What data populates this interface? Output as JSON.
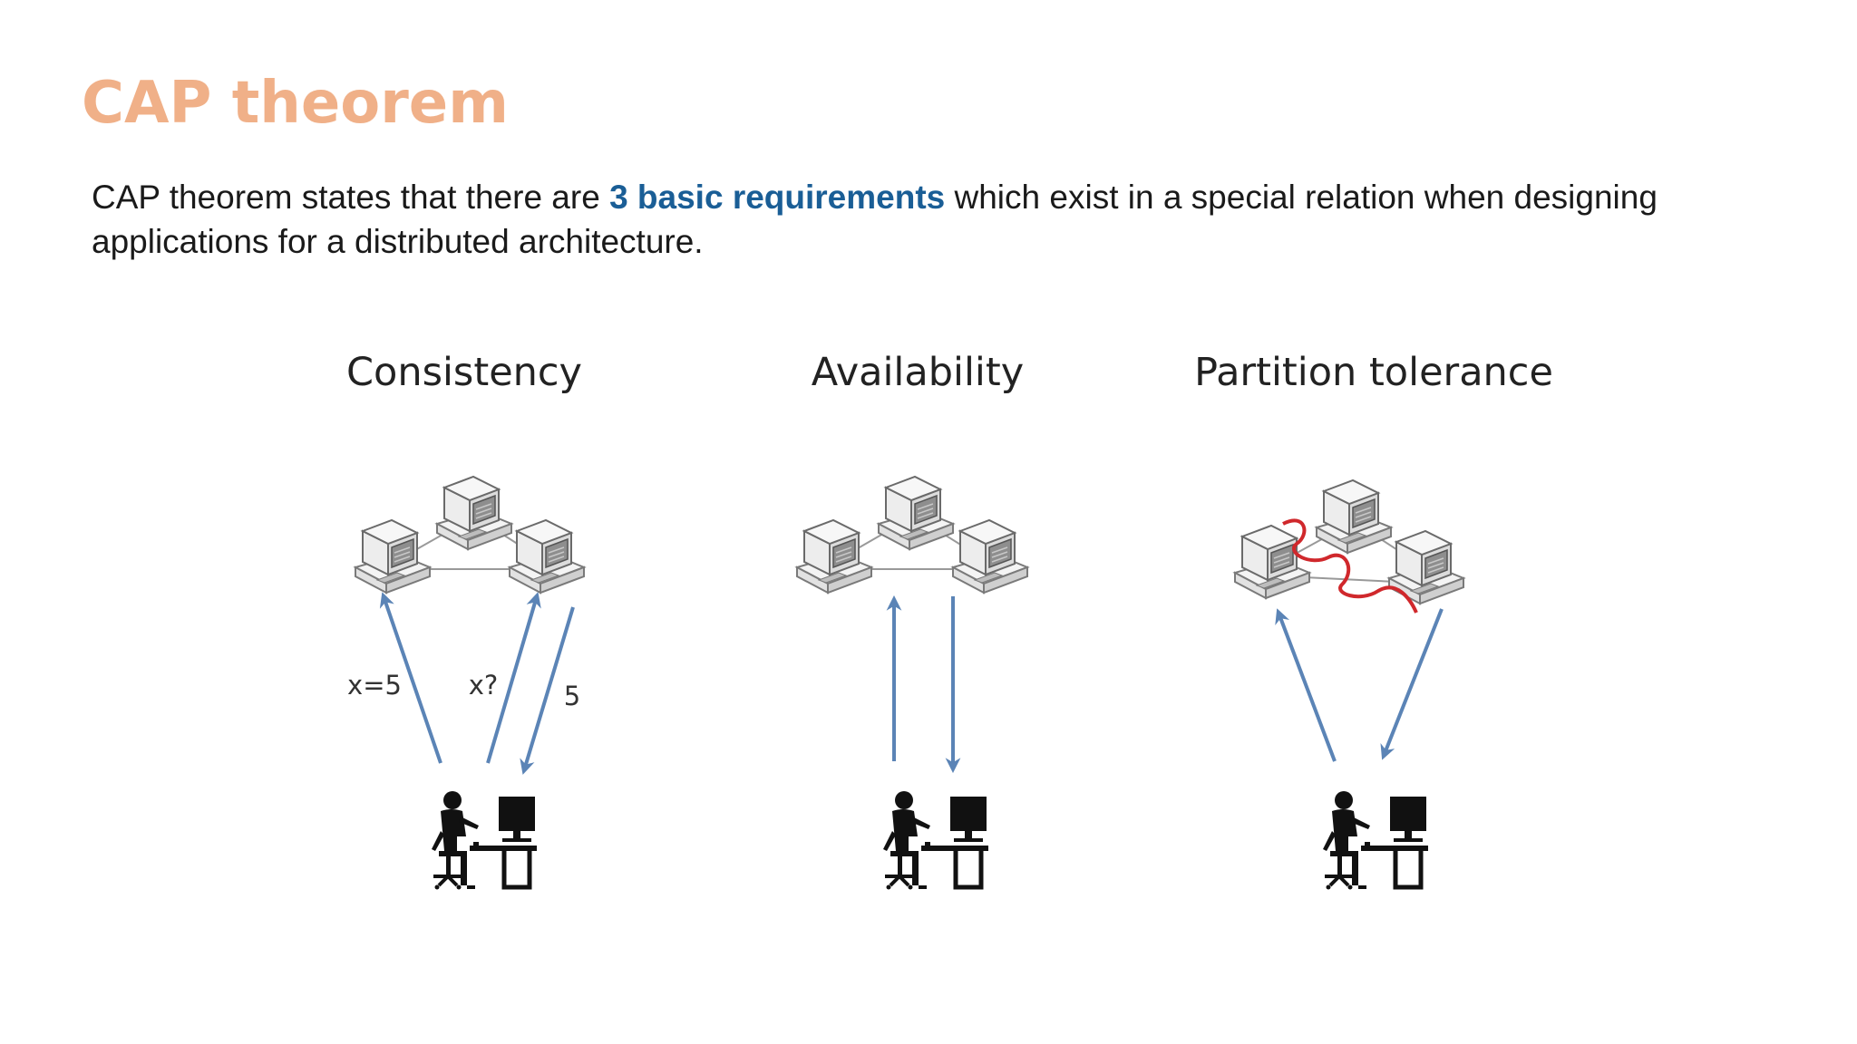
{
  "slide": {
    "title": "CAP theorem",
    "intro": {
      "before": "CAP theorem states that there are ",
      "highlight": "3 basic requirements",
      "after": " which exist in a special relation when designing applications for a distributed architecture."
    }
  },
  "diagram": {
    "panels": [
      {
        "label": "Consistency",
        "arrow_labels": [
          "x=5",
          "x?",
          "5"
        ],
        "network_links": [
          "server-left to server-top",
          "server-top to server-right",
          "server-left to server-right"
        ]
      },
      {
        "label": "Availability",
        "arrow_labels": [],
        "network_links": [
          "server-left to server-top",
          "server-top to server-right",
          "server-left to server-right"
        ]
      },
      {
        "label": "Partition tolerance",
        "arrow_labels": [],
        "network_links": [
          "server-left to server-top",
          "server-top to server-right",
          "server-left to server-right"
        ],
        "partition": "red wavy line separating server-left from the other servers"
      }
    ],
    "colors": {
      "arrow": "#5b84b6",
      "partition": "#d0282c",
      "title": "#f0b088",
      "highlight": "#1a5e96"
    },
    "icons": [
      "server-icon",
      "user-at-workstation-icon"
    ]
  }
}
